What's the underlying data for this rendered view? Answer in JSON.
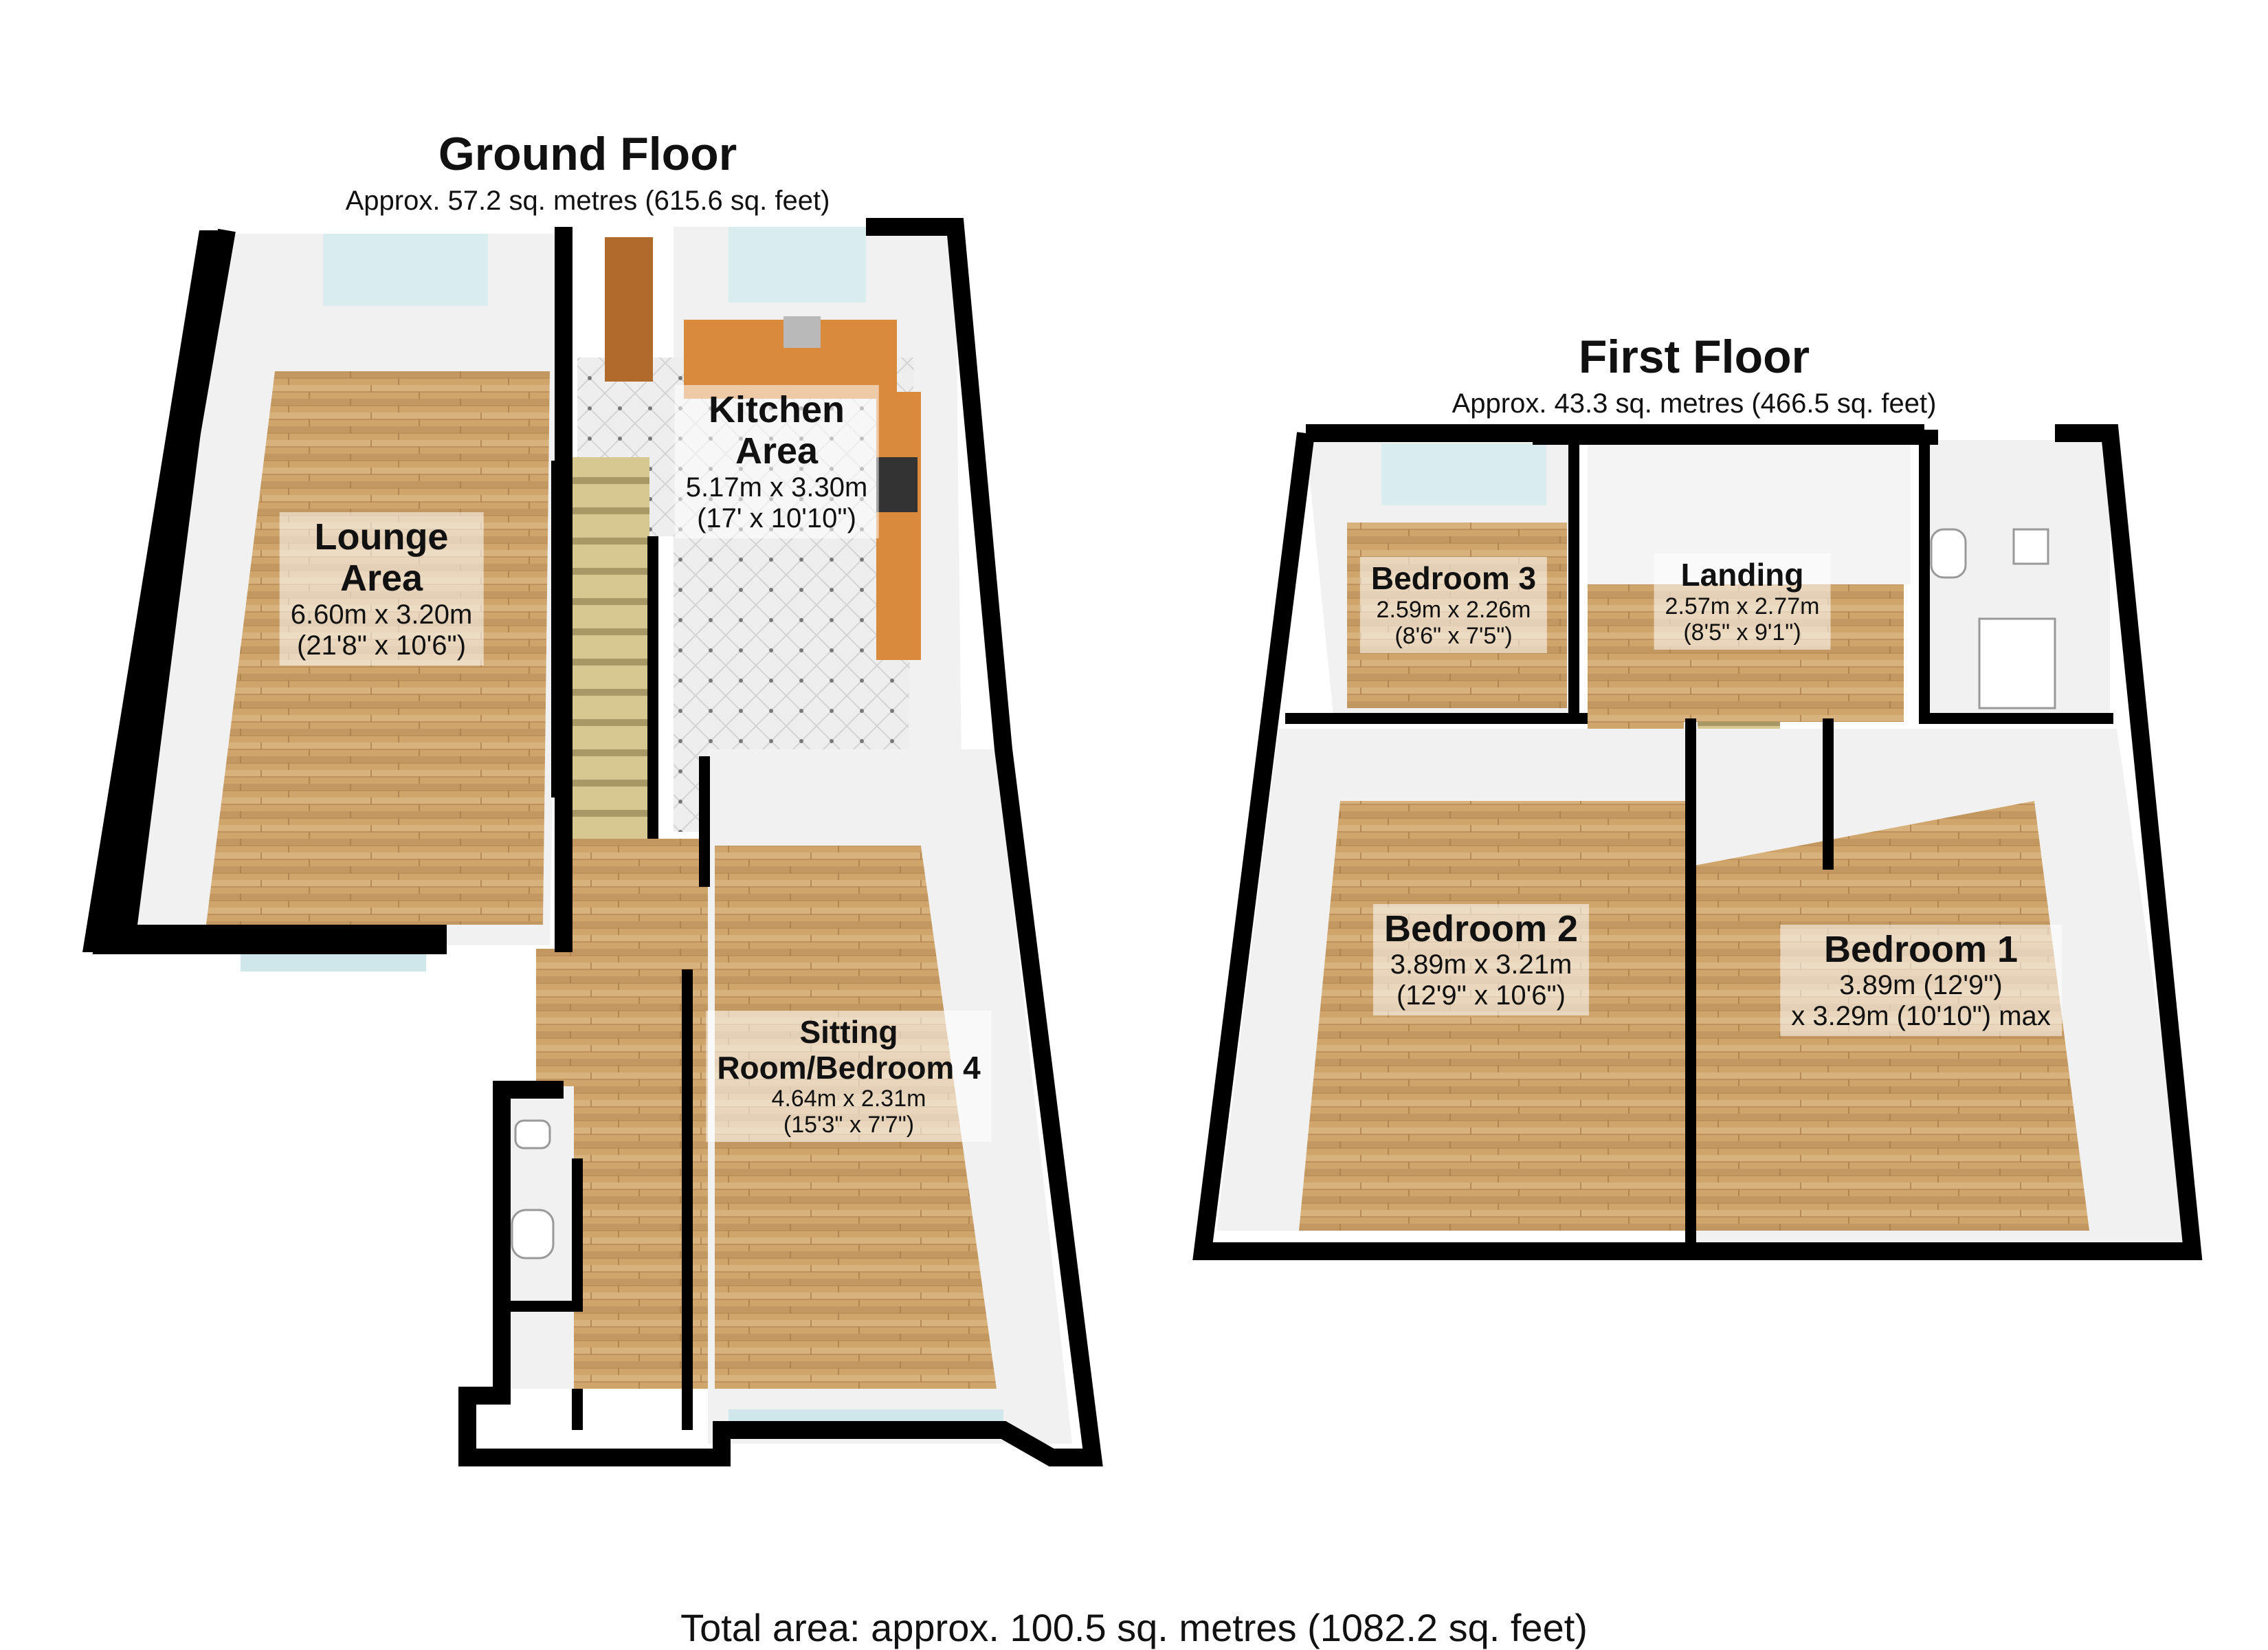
{
  "ground_floor": {
    "title": "Ground Floor",
    "area": "Approx. 57.2 sq. metres (615.6 sq. feet)",
    "rooms": {
      "lounge": {
        "name_line1": "Lounge",
        "name_line2": "Area",
        "metric": "6.60m x 3.20m",
        "imperial": "(21'8\" x 10'6\")"
      },
      "kitchen": {
        "name_line1": "Kitchen",
        "name_line2": "Area",
        "metric": "5.17m x 3.30m",
        "imperial": "(17' x 10'10\")"
      },
      "sitting": {
        "name_line1": "Sitting",
        "name_line2": "Room/Bedroom 4",
        "metric": "4.64m x 2.31m",
        "imperial": "(15'3\" x 7'7\")"
      }
    }
  },
  "first_floor": {
    "title": "First Floor",
    "area": "Approx. 43.3 sq. metres (466.5 sq. feet)",
    "rooms": {
      "bedroom3": {
        "name": "Bedroom 3",
        "metric": "2.59m x 2.26m",
        "imperial": "(8'6\" x 7'5\")"
      },
      "landing": {
        "name": "Landing",
        "metric": "2.57m x 2.77m",
        "imperial": "(8'5\" x 9'1\")"
      },
      "bedroom2": {
        "name": "Bedroom 2",
        "metric": "3.89m x 3.21m",
        "imperial": "(12'9\" x 10'6\")"
      },
      "bedroom1": {
        "name": "Bedroom 1",
        "metric": "3.89m (12'9\")",
        "imperial": "x 3.29m (10'10\") max"
      }
    }
  },
  "total_area": "Total area: approx. 100.5 sq. metres (1082.2 sq. feet)",
  "colors": {
    "wall": "#000000",
    "floor_wood": "#c9a36b",
    "tile": "#e9e9e9",
    "window": "#cfe7ea",
    "counter": "#d98a3c"
  }
}
